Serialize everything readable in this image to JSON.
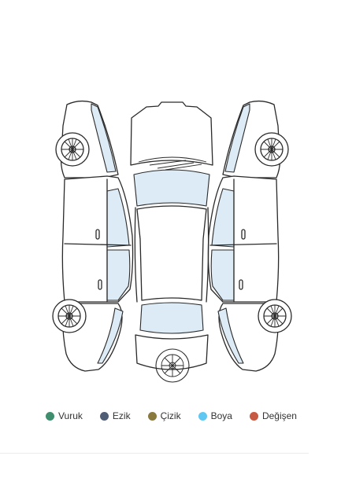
{
  "legend": {
    "items": [
      {
        "label": "Vuruk",
        "color": "#3f8f6f"
      },
      {
        "label": "Ezik",
        "color": "#4f5d75"
      },
      {
        "label": "Çizik",
        "color": "#8b7a3e"
      },
      {
        "label": "Boya",
        "color": "#5fc8f2"
      },
      {
        "label": "Değişen",
        "color": "#c65a44"
      }
    ]
  },
  "colors": {
    "line": "#2a2a2a",
    "glass": "#dcebf5",
    "divider": "#ececec"
  }
}
